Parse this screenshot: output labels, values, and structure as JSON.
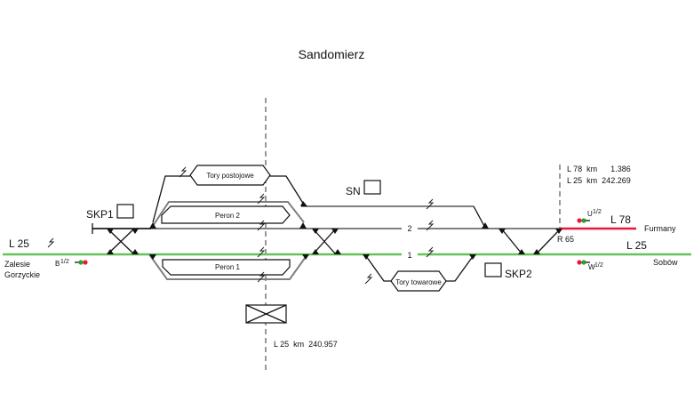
{
  "title": "Sandomierz",
  "lines": {
    "west_line": "L 25",
    "east_line_main": "L 25",
    "east_line_branch": "L 78"
  },
  "destinations": {
    "west": "Zalesie\nGorzyckie",
    "west_line1": "Zalesie",
    "west_line2": "Gorzyckie",
    "east_main": "Sobów",
    "east_branch": "Furmany"
  },
  "tracks": {
    "track_1": "1",
    "track_2": "2"
  },
  "platforms": {
    "platform_1": "Peron 1",
    "platform_2": "Peron 2"
  },
  "yards": {
    "stabling": "Tory postojowe",
    "freight": "Tory towarowe"
  },
  "signal_boxes": {
    "skp1": "SKP1",
    "skp2": "SKP2",
    "sn": "SN"
  },
  "signals": {
    "west_entry": {
      "letter": "B",
      "suffix": "1/2"
    },
    "branch_entry": {
      "letter": "U",
      "suffix": "1/2"
    },
    "main_entry": {
      "letter": "W",
      "suffix": "1/2"
    }
  },
  "switch": {
    "r65": "R 65"
  },
  "kilometrage": {
    "station_axis": "L 25  km  240.957",
    "junction_l78": "L 78  km      1.386",
    "junction_l25": "L 25  km  242.269"
  },
  "colors": {
    "track_grey": "#808080",
    "line_l25": "#66c35a",
    "line_l78": "#e8183c",
    "signal_red": "#e8183c",
    "signal_green": "#2aa02a"
  }
}
